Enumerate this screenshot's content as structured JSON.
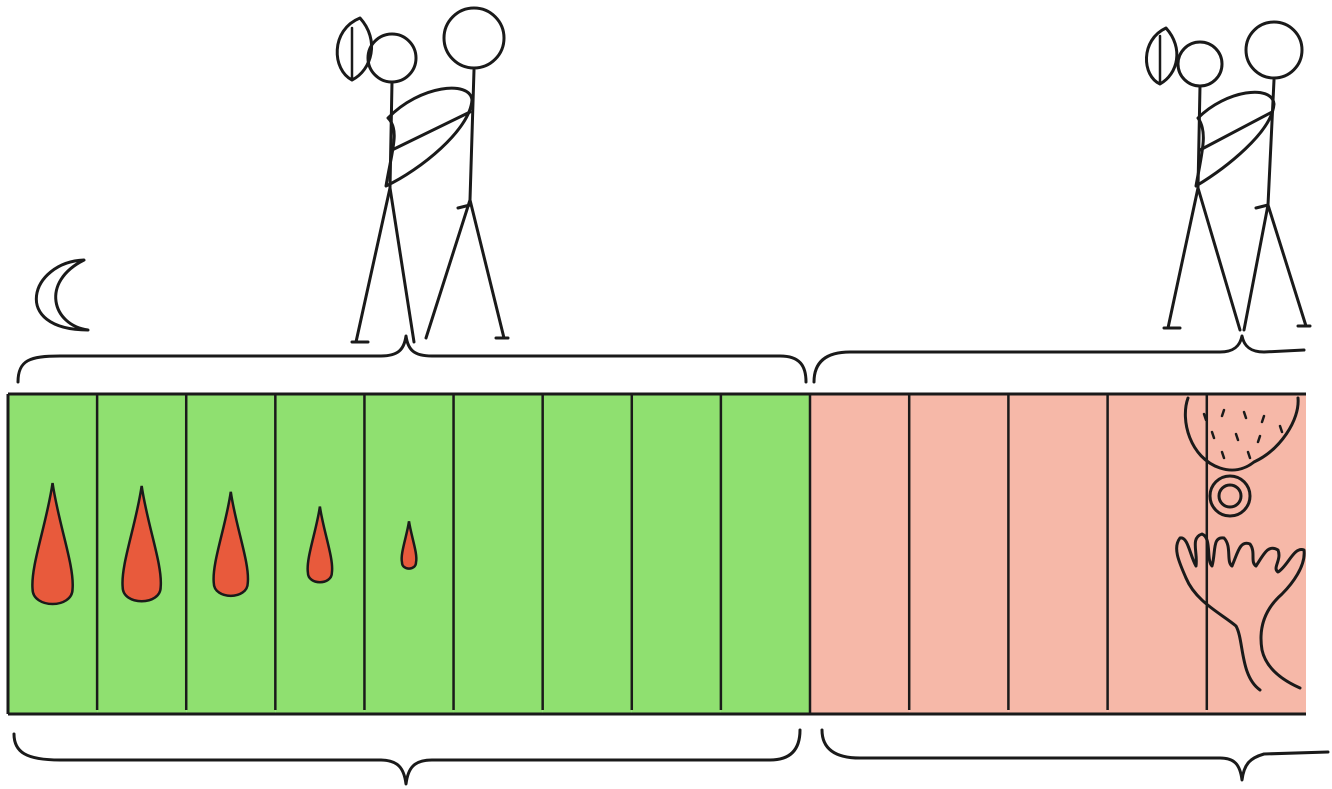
{
  "colors": {
    "green_days": "#8fe070",
    "pink_days": "#f6b8a8",
    "drop_fill": "#e85a3c",
    "ink": "#1a1a1a",
    "background": "#ffffff"
  },
  "strip": {
    "green_cells": 9,
    "pink_cells": 5
  },
  "drops": [
    1.0,
    0.95,
    0.85,
    0.6,
    0.35
  ],
  "icons": [
    "crescent-moon-icon",
    "couple-figure-icon",
    "couple-figure-icon",
    "egg-cell-icon",
    "ovary-icon",
    "fallopian-tube-hand-icon"
  ]
}
